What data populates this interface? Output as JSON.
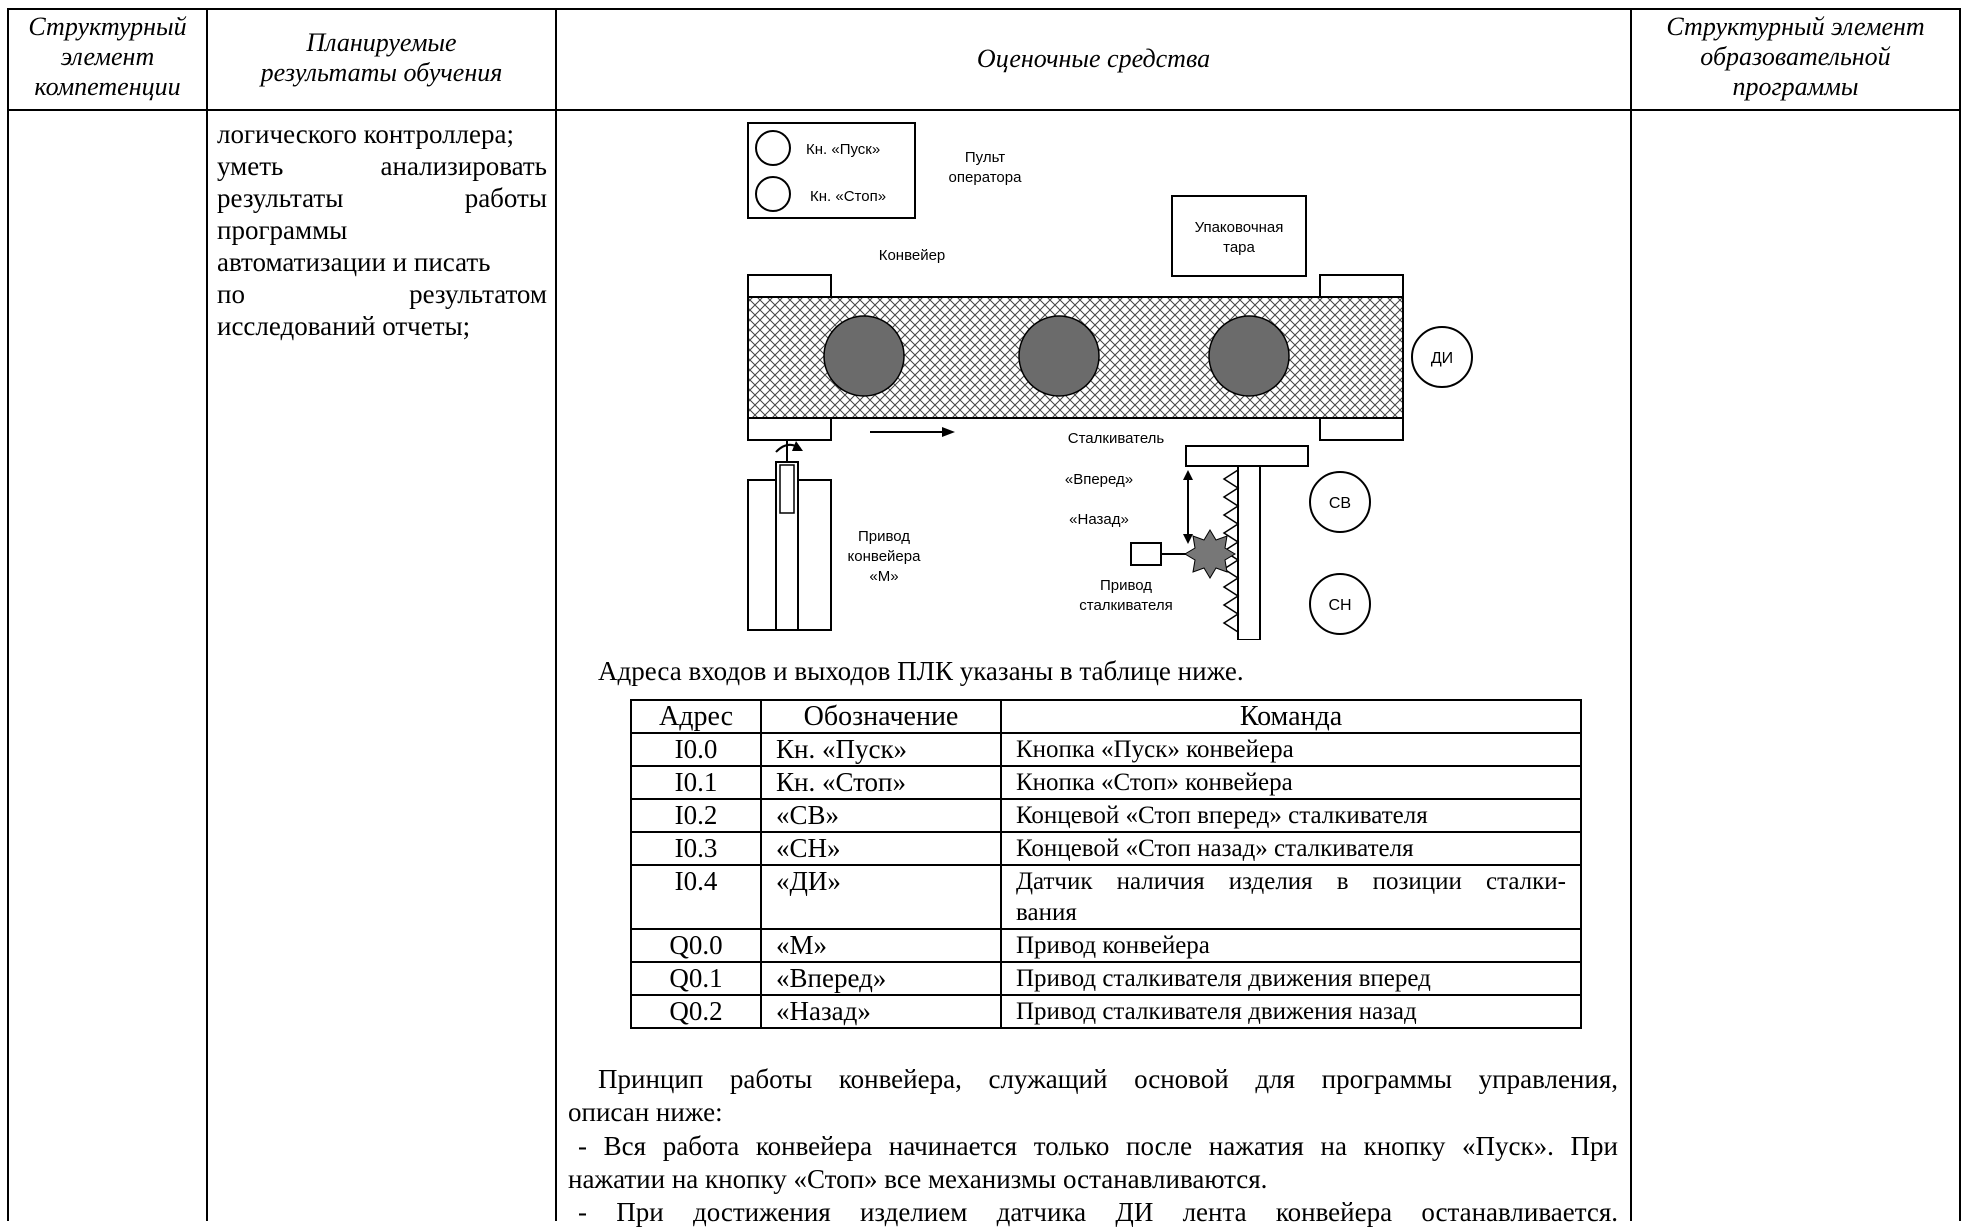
{
  "header": {
    "col1": [
      "Структурный",
      "элемент",
      "компетенции"
    ],
    "col2": [
      "Планируемые",
      "результаты обучения"
    ],
    "col3": "Оценочные средства",
    "col4": [
      "Структурный элемент",
      "образовательной",
      "программы"
    ]
  },
  "results_text": {
    "line1": "логического контроллера;",
    "line2_a": "уметь",
    "line2_b": "анализировать",
    "line3_a": "результаты",
    "line3_b": "работы",
    "line4": "программы",
    "line5": "автоматизации и писать",
    "line6_a": "по",
    "line6_b": "результатом",
    "line7": "исследований отчеты;"
  },
  "diagram": {
    "btn_start": "Кн. «Пуск»",
    "btn_stop": "Кн. «Стоп»",
    "operator_panel": [
      "Пульт",
      "оператора"
    ],
    "conveyor": "Конвейер",
    "packaging": [
      "Упаковочная",
      "тара"
    ],
    "sensor_di": "ДИ",
    "pusher": "Сталкиватель",
    "forward": "«Вперед»",
    "backward": "«Назад»",
    "sensor_sv": "СВ",
    "sensor_sn": "СН",
    "conveyor_drive": [
      "Привод",
      "конвейера",
      "«М»"
    ],
    "pusher_drive": [
      "Привод",
      "сталкивателя"
    ]
  },
  "intro": "Адреса входов и выходов ПЛК указаны в таблице ниже.",
  "io_table": {
    "headers": [
      "Адрес",
      "Обозначение",
      "Команда"
    ],
    "rows": [
      {
        "addr": "I0.0",
        "sym": "Кн. «Пуск»",
        "cmd": "Кнопка «Пуск» конвейера"
      },
      {
        "addr": "I0.1",
        "sym": "Кн. «Стоп»",
        "cmd": "Кнопка «Стоп» конвейера"
      },
      {
        "addr": "I0.2",
        "sym": "«СВ»",
        "cmd": "Концевой «Стоп вперед» сталкивателя"
      },
      {
        "addr": "I0.3",
        "sym": "«СН»",
        "cmd": "Концевой «Стоп назад» сталкивателя"
      },
      {
        "addr": "I0.4",
        "sym": "«ДИ»",
        "cmd": "Датчик наличия изделия в позиции сталкивания",
        "cmd_l1": "Датчик наличия изделия в позиции сталки-",
        "cmd_l2": "вания"
      },
      {
        "addr": "Q0.0",
        "sym": "«М»",
        "cmd": "Привод конвейера"
      },
      {
        "addr": "Q0.1",
        "sym": "«Вперед»",
        "cmd": "Привод сталкивателя движения вперед"
      },
      {
        "addr": "Q0.2",
        "sym": "«Назад»",
        "cmd": "Привод сталкивателя движения назад"
      }
    ]
  },
  "principle": {
    "line1": "Принцип работы конвейера, служащий основой для программы управления,",
    "line2": "описан ниже:",
    "line3": "- Вся работа конвейера начинается только после нажатия на кнопку «Пуск». При",
    "line4": "нажатии на кнопку «Стоп» все механизмы останавливаются.",
    "line5": "- При достижения изделием датчика ДИ лента конвейера останавливается."
  }
}
